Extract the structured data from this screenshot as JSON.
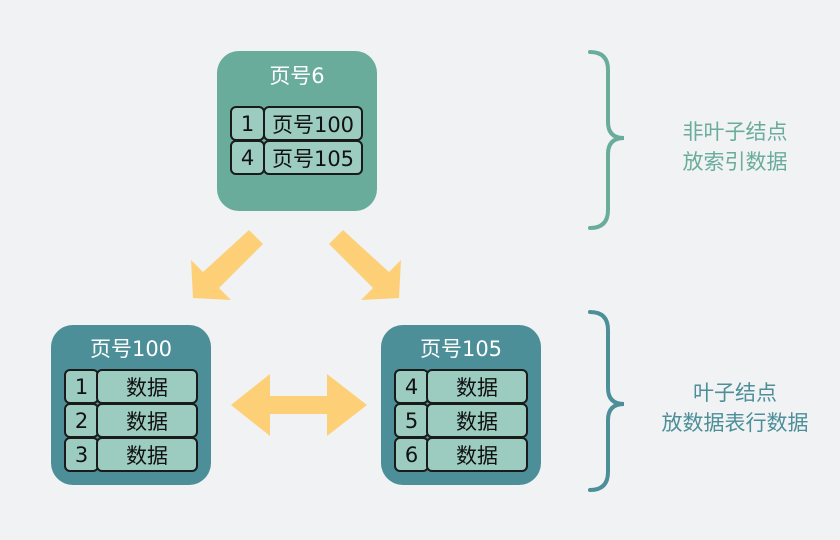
{
  "colors": {
    "background": "#f1f2f4",
    "root_node": "#6aac9c",
    "leaf_node": "#4c8f98",
    "cell_fill": "#9ccbc0",
    "arrow": "#fdd078",
    "nonleaf_note": "#6aac9c",
    "leaf_note": "#4c8f98"
  },
  "root": {
    "title": "页号6",
    "rows": [
      {
        "key": "1",
        "value": "页号100"
      },
      {
        "key": "4",
        "value": "页号105"
      }
    ]
  },
  "leaf_left": {
    "title": "页号100",
    "rows": [
      {
        "key": "1",
        "value": "数据"
      },
      {
        "key": "2",
        "value": "数据"
      },
      {
        "key": "3",
        "value": "数据"
      }
    ]
  },
  "leaf_right": {
    "title": "页号105",
    "rows": [
      {
        "key": "4",
        "value": "数据"
      },
      {
        "key": "5",
        "value": "数据"
      },
      {
        "key": "6",
        "value": "数据"
      }
    ]
  },
  "notes": {
    "nonleaf": {
      "line1": "非叶子结点",
      "line2": "放索引数据"
    },
    "leaf": {
      "line1": "叶子结点",
      "line2": "放数据表行数据"
    }
  }
}
